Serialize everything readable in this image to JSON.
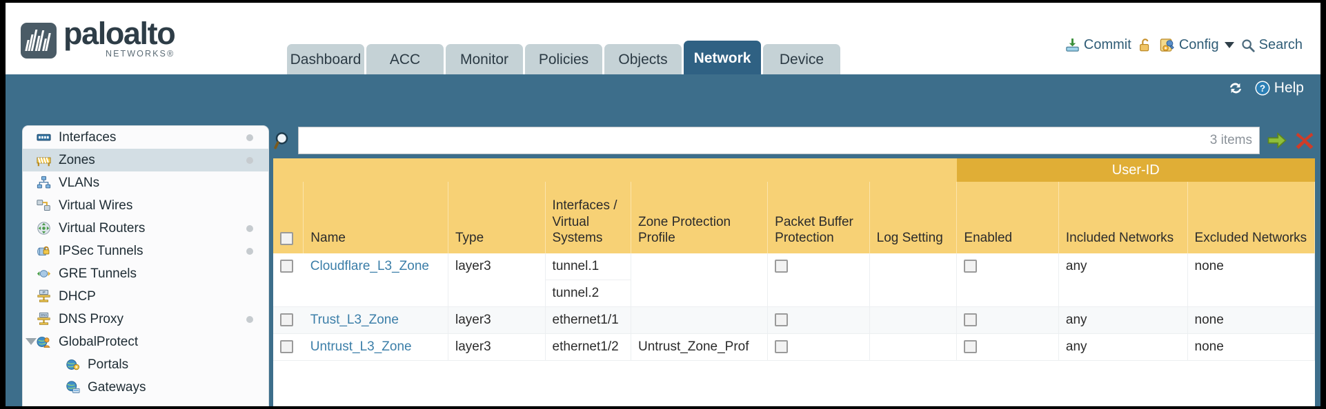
{
  "brand": {
    "name": "paloalto",
    "tagline": "NETWORKS®"
  },
  "nav": {
    "tabs": [
      {
        "label": "Dashboard",
        "active": false
      },
      {
        "label": "ACC",
        "active": false
      },
      {
        "label": "Monitor",
        "active": false
      },
      {
        "label": "Policies",
        "active": false
      },
      {
        "label": "Objects",
        "active": false
      },
      {
        "label": "Network",
        "active": true
      },
      {
        "label": "Device",
        "active": false
      }
    ]
  },
  "top_actions": {
    "commit": "Commit",
    "lock_icon": "unlock-icon",
    "config": "Config",
    "search": "Search"
  },
  "utility": {
    "refresh_icon": "refresh-icon",
    "help": "Help"
  },
  "sidebar": {
    "items": [
      {
        "label": "Interfaces",
        "icon": "interfaces-icon",
        "selected": false,
        "dot": true,
        "child": false,
        "expander": false
      },
      {
        "label": "Zones",
        "icon": "zones-icon",
        "selected": true,
        "dot": true,
        "child": false,
        "expander": false
      },
      {
        "label": "VLANs",
        "icon": "vlans-icon",
        "selected": false,
        "dot": false,
        "child": false,
        "expander": false
      },
      {
        "label": "Virtual Wires",
        "icon": "virtual-wires-icon",
        "selected": false,
        "dot": false,
        "child": false,
        "expander": false
      },
      {
        "label": "Virtual Routers",
        "icon": "virtual-routers-icon",
        "selected": false,
        "dot": true,
        "child": false,
        "expander": false
      },
      {
        "label": "IPSec Tunnels",
        "icon": "ipsec-tunnels-icon",
        "selected": false,
        "dot": true,
        "child": false,
        "expander": false
      },
      {
        "label": "GRE Tunnels",
        "icon": "gre-tunnels-icon",
        "selected": false,
        "dot": false,
        "child": false,
        "expander": false
      },
      {
        "label": "DHCP",
        "icon": "dhcp-icon",
        "selected": false,
        "dot": false,
        "child": false,
        "expander": false
      },
      {
        "label": "DNS Proxy",
        "icon": "dns-proxy-icon",
        "selected": false,
        "dot": true,
        "child": false,
        "expander": false
      },
      {
        "label": "GlobalProtect",
        "icon": "globalprotect-icon",
        "selected": false,
        "dot": false,
        "child": false,
        "expander": true
      },
      {
        "label": "Portals",
        "icon": "portals-icon",
        "selected": false,
        "dot": false,
        "child": true,
        "expander": false
      },
      {
        "label": "Gateways",
        "icon": "gateways-icon",
        "selected": false,
        "dot": false,
        "child": true,
        "expander": false
      }
    ]
  },
  "filter": {
    "value": "",
    "placeholder": "",
    "item_count": "3 items",
    "apply_icon": "green-arrow-icon",
    "clear_icon": "red-x-icon"
  },
  "table": {
    "group_header": "User-ID",
    "columns": [
      "Name",
      "Type",
      "Interfaces / Virtual Systems",
      "Zone Protection Profile",
      "Packet Buffer Protection",
      "Log Setting",
      "Enabled",
      "Included Networks",
      "Excluded Networks"
    ],
    "rows": [
      {
        "selected": false,
        "name": "Cloudflare_L3_Zone",
        "type": "layer3",
        "interfaces": [
          "tunnel.1",
          "tunnel.2"
        ],
        "zone_protection_profile": "",
        "packet_buffer_protection": false,
        "log_setting": "",
        "userid_enabled": false,
        "included_networks": "any",
        "excluded_networks": "none"
      },
      {
        "selected": false,
        "name": "Trust_L3_Zone",
        "type": "layer3",
        "interfaces": [
          "ethernet1/1"
        ],
        "zone_protection_profile": "",
        "packet_buffer_protection": false,
        "log_setting": "",
        "userid_enabled": false,
        "included_networks": "any",
        "excluded_networks": "none"
      },
      {
        "selected": false,
        "name": "Untrust_L3_Zone",
        "type": "layer3",
        "interfaces": [
          "ethernet1/2"
        ],
        "zone_protection_profile": "Untrust_Zone_Prof",
        "packet_buffer_protection": false,
        "log_setting": "",
        "userid_enabled": false,
        "included_networks": "any",
        "excluded_networks": "none"
      }
    ]
  },
  "colors": {
    "chrome_blue": "#3d6e8b",
    "tab_active": "#2f6183",
    "header_amber": "#f7d175",
    "group_amber": "#e0ae36",
    "link_blue": "#3b7ea8"
  }
}
